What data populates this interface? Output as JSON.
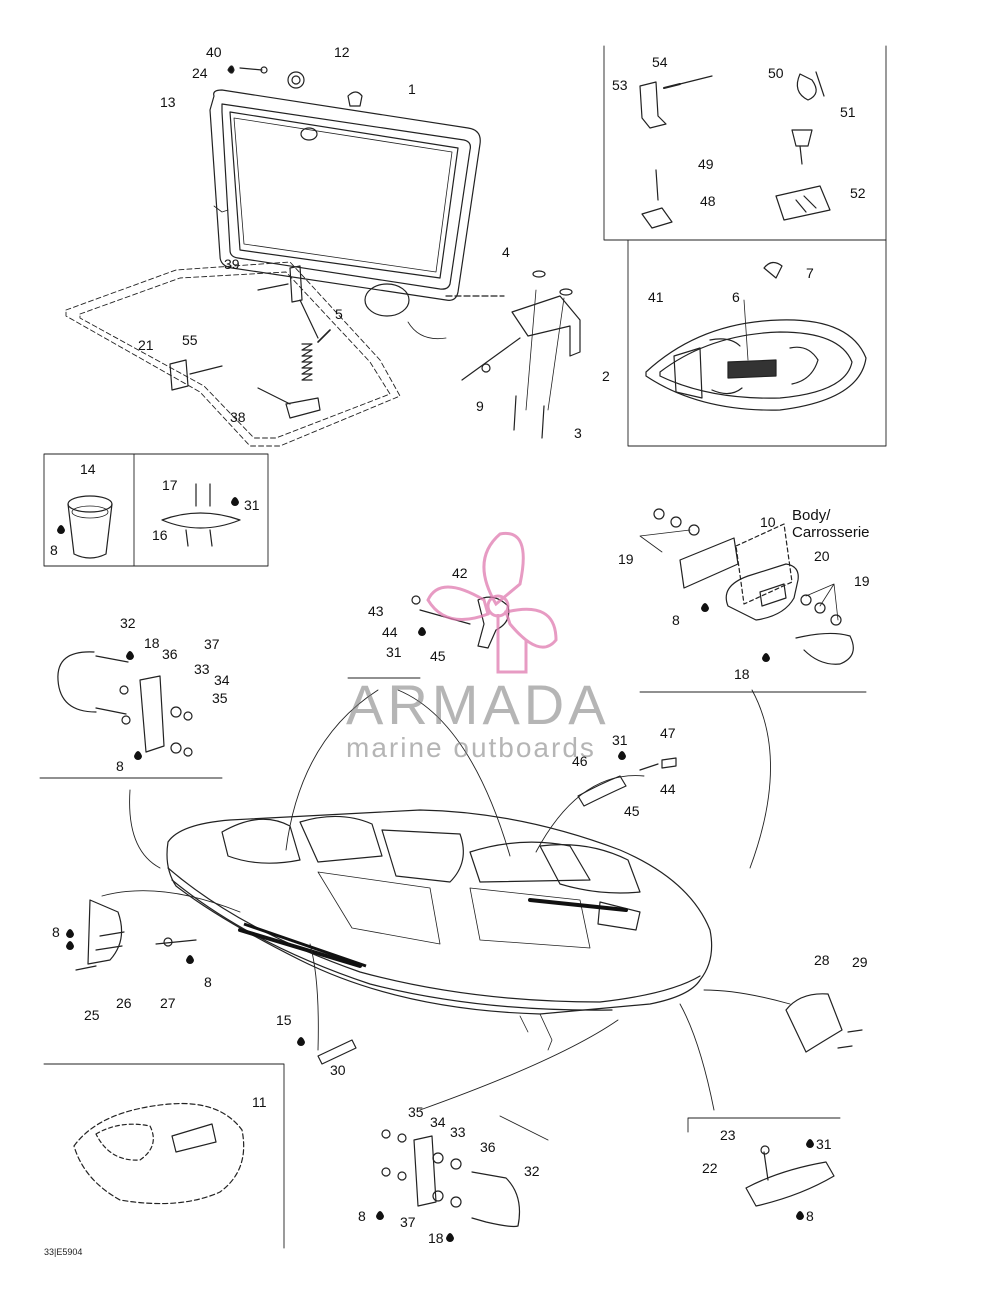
{
  "watermark": {
    "title": "ARMADA",
    "subtitle": "marine outboards"
  },
  "figure_code": "33|E5904",
  "body_label": {
    "line1": "Body/",
    "line2": "Carrosserie"
  },
  "callouts": {
    "c40": "40",
    "c12": "12",
    "c24_top": "24",
    "c13": "13",
    "c1": "1",
    "c54": "54",
    "c53": "53",
    "c50": "50",
    "c51": "51",
    "c49": "49",
    "c48": "48",
    "c52": "52",
    "c4": "4",
    "c39": "39",
    "c5": "5",
    "c21": "21",
    "c55": "55",
    "c38": "38",
    "c2": "2",
    "c9": "9",
    "c3": "3",
    "c7": "7",
    "c41": "41",
    "c6": "6",
    "c14": "14",
    "c8_cup": "8",
    "c17": "17",
    "c31_cleat": "31",
    "c16": "16",
    "c10": "10",
    "c19_left": "19",
    "c20": "20",
    "c19_right": "19",
    "c8_plate": "8",
    "c18_right": "18",
    "c42": "42",
    "c43": "43",
    "c44_top": "44",
    "c31_top": "31",
    "c45_top": "45",
    "c32_left": "32",
    "c18_left": "18",
    "c36_left": "36",
    "c37_left": "37",
    "c33_left": "33",
    "c34_left": "34",
    "c35_left": "35",
    "c8_left": "8",
    "c47": "47",
    "c31_mid": "31",
    "c46": "46",
    "c44_mid": "44",
    "c45_mid": "45",
    "c8_stern": "8",
    "c25": "25",
    "c26": "26",
    "c27": "27",
    "c8_27": "8",
    "c28": "28",
    "c29": "29",
    "c15": "15",
    "c30": "30",
    "c11": "11",
    "c35_bottom": "35",
    "c34_bottom": "34",
    "c33_bottom": "33",
    "c36_bottom": "36",
    "c32_bottom": "32",
    "c8_bottom": "8",
    "c37_bottom": "37",
    "c18_bottom": "18",
    "c23": "23",
    "c31_bottom": "31",
    "c22": "22",
    "c8_22": "8"
  }
}
